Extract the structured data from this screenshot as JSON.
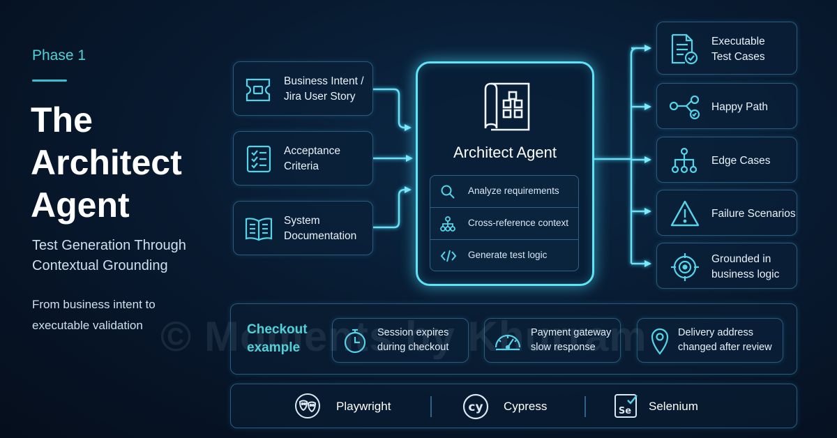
{
  "header": {
    "phase": "Phase 1",
    "title": "The\nArchitect\nAgent",
    "subtitle": "Test Generation Through\nContextual Grounding",
    "tagline": "From business intent to\nexecutable validation"
  },
  "inputs": [
    {
      "label": "Business Intent /\nJira User Story",
      "icon": "ticket-icon"
    },
    {
      "label": "Acceptance\nCriteria",
      "icon": "checklist-icon"
    },
    {
      "label": "System\nDocumentation",
      "icon": "book-icon"
    }
  ],
  "agent": {
    "title": "Architect Agent",
    "icon": "blueprint-icon",
    "steps": [
      {
        "label": "Analyze requirements",
        "icon": "search-icon"
      },
      {
        "label": "Cross-reference context",
        "icon": "hierarchy-icon"
      },
      {
        "label": "Generate test logic",
        "icon": "code-icon"
      }
    ]
  },
  "outputs": [
    {
      "label": "Executable\nTest Cases",
      "icon": "document-check-icon"
    },
    {
      "label": "Happy Path",
      "icon": "path-icon"
    },
    {
      "label": "Edge Cases",
      "icon": "branch-icon"
    },
    {
      "label": "Failure Scenarios",
      "icon": "warning-icon"
    },
    {
      "label": "Grounded in\nbusiness logic",
      "icon": "target-icon"
    }
  ],
  "example": {
    "label": "Checkout\nexample",
    "items": [
      {
        "label": "Session expires\nduring checkout",
        "icon": "stopwatch-icon"
      },
      {
        "label": "Payment gateway\nslow response",
        "icon": "gauge-icon"
      },
      {
        "label": "Delivery address\nchanged after review",
        "icon": "location-pin-icon"
      }
    ]
  },
  "frameworks": [
    {
      "label": "Playwright",
      "icon": "playwright-logo-icon"
    },
    {
      "label": "Cypress",
      "icon": "cypress-logo-icon"
    },
    {
      "label": "Selenium",
      "icon": "selenium-logo-icon"
    }
  ],
  "watermark": "© Moments by Khurram",
  "colors": {
    "accent": "#5fe3f7",
    "phase": "#4fd3d8",
    "background": "#081a30",
    "card_border": "#2a5a80"
  }
}
